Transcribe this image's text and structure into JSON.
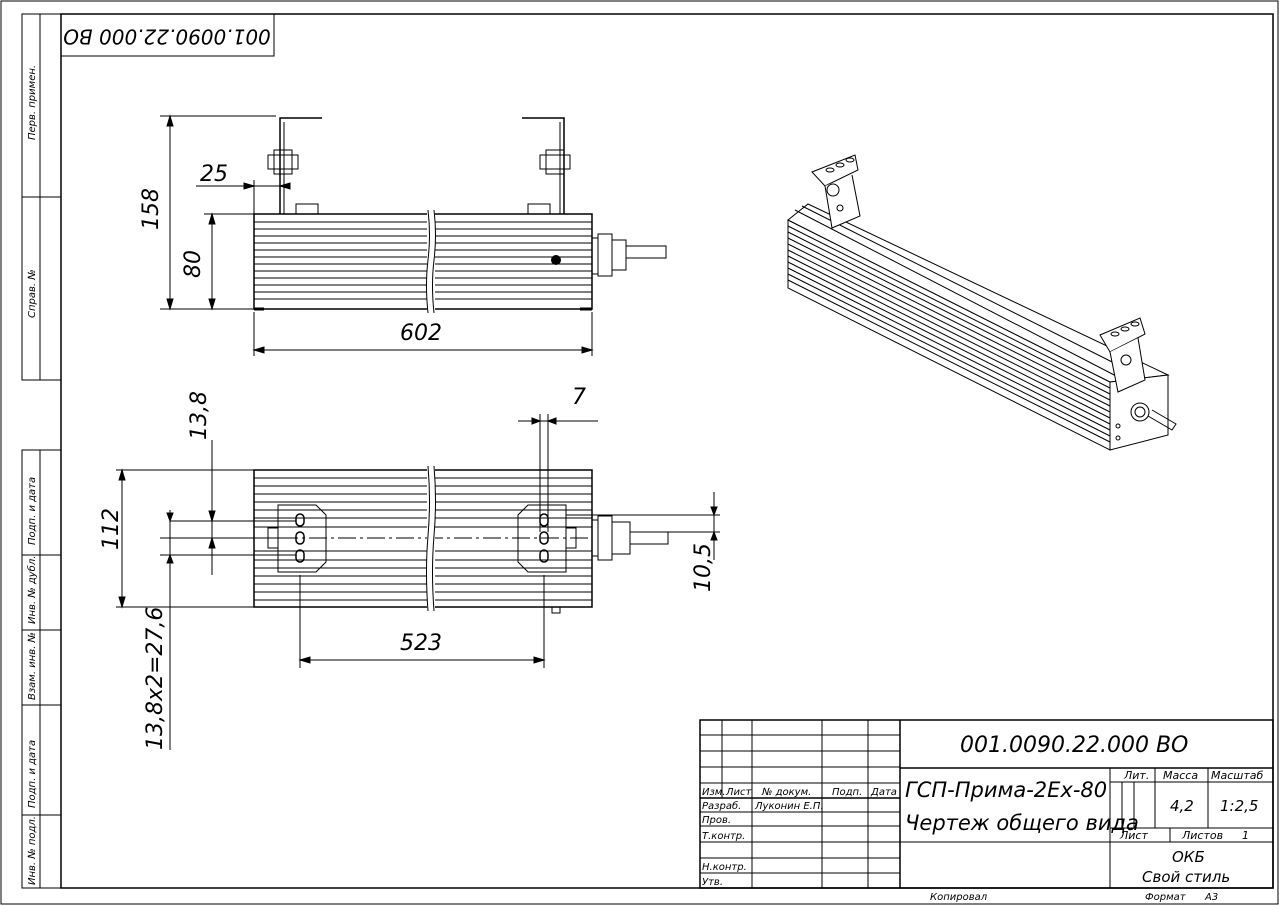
{
  "stamp_code_rotated": "001.0090.22.000 ВО",
  "side_strip": [
    "Перв. примен.",
    "Справ. №",
    "Подп. и дата",
    "Инв. № дубл.",
    "Взам. инв. №",
    "Подп. и дата",
    "Инв. № подл."
  ],
  "dims_top": {
    "d25": "25",
    "d158": "158",
    "d80": "80",
    "d602": "602"
  },
  "dims_bottom": {
    "d7": "7",
    "d13_8": "13,8",
    "d112": "112",
    "d13x2": "13,8х2=27,6",
    "d523": "523",
    "d10_5": "10,5"
  },
  "title_block": {
    "code": "001.0090.22.000 ВО",
    "name_line1": "ГСП-Прима-2Ex-80",
    "name_line2": "Чертеж общего вида",
    "hdr_izm": "Изм.",
    "hdr_list": "Лист",
    "hdr_doc": "№ докум.",
    "hdr_podp": "Подп.",
    "hdr_date": "Дата",
    "row_razrab": "Разраб.",
    "razrab_name": "Луконин Е.П.",
    "row_prov": "Пров.",
    "row_tkontr": "Т.контр.",
    "row_nkontr": "Н.контр.",
    "row_utv": "Утв.",
    "lit_label": "Лит.",
    "mass_label": "Масса",
    "scale_label": "Масштаб",
    "mass_value": "4,2",
    "scale_value": "1:2,5",
    "sheet_label": "Лист",
    "sheets_label": "Листов",
    "sheets_value": "1",
    "org_line1": "ОКБ",
    "org_line2": "Свой стиль"
  },
  "footer": {
    "copied": "Копировал",
    "format_label": "Формат",
    "format_value": "А3"
  }
}
